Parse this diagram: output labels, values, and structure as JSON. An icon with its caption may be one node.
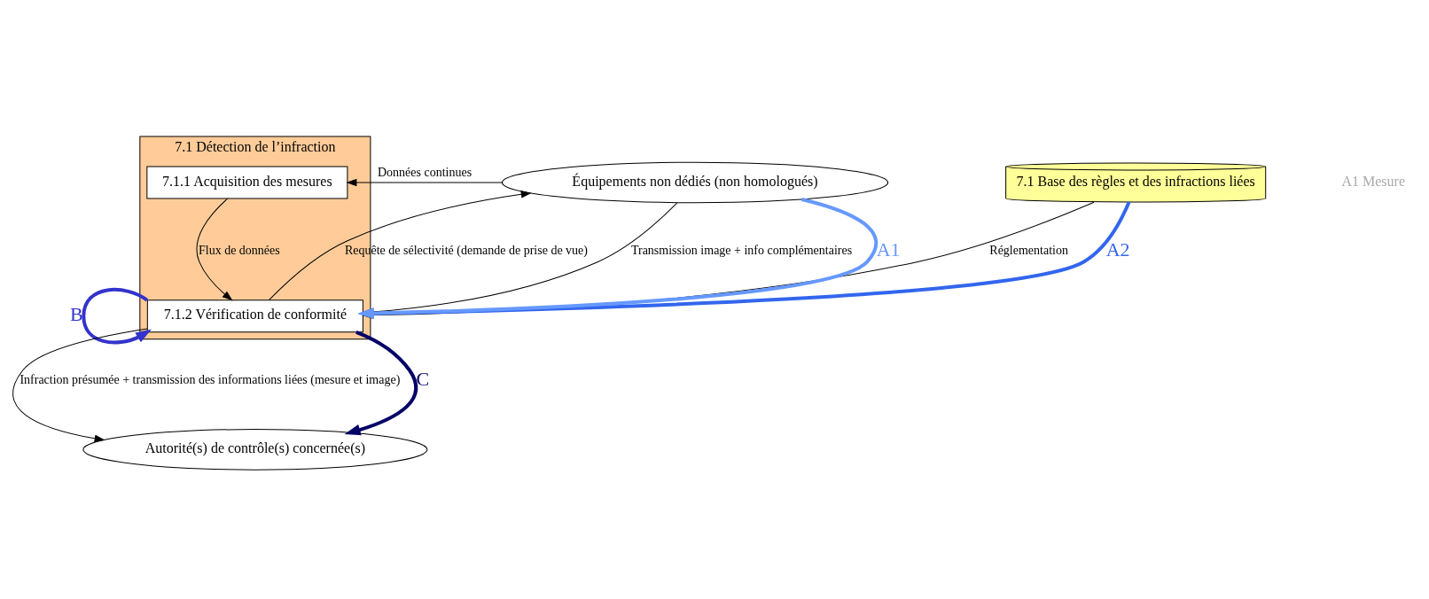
{
  "diagram": {
    "nodes": [
      {
        "text": [
          "7.1 Détection de l’infraction"
        ]
      },
      {
        "text": [
          "7.1.1 Acquisition des mesures"
        ],
        "in": 0
      },
      {
        "text": [
          "7.1.2 Vérification de conformité"
        ],
        "in": 0
      },
      {
        "text": [
          "7.1 Base des règles et des infractions liées"
        ]
      },
      {
        "text": [
          "Équipements non dédiés (non homologués)"
        ]
      },
      {
        "text": [
          "Autorité(s) de contrôle(s) concernée(s)"
        ]
      }
    ],
    "edges": [
      {
        "from": 4,
        "to": 1,
        "arrow": "to",
        "label": "Données continues"
      },
      {
        "from": 1,
        "to": 2,
        "arrow": "to",
        "label": "Flux de données"
      },
      {
        "from": 3,
        "to": 2,
        "arrow": "to",
        "label": "Réglementation"
      },
      {
        "from": 2,
        "to": 4,
        "arrow": "to",
        "label": "Requête de sélectivité (demande de prise de vue)"
      },
      {
        "from": 4,
        "to": 2,
        "arrow": "to",
        "label": "Transmission image + info complémentaires"
      },
      {
        "from": 2,
        "to": 5,
        "arrow": "to",
        "label": "Infraction présumée + transmission des informations liées (mesure et image)"
      },
      {
        "from": 4,
        "to": 2,
        "arrow": "to",
        "label": "A1",
        "style": "thick",
        "color": "#6699ff"
      },
      {
        "from": 3,
        "to": 2,
        "arrow": "to",
        "label": "A2",
        "style": "thick",
        "color": "#3366ee"
      },
      {
        "from": 2,
        "to": 2,
        "arrow": "to",
        "label": "B",
        "style": "thick",
        "color": "#3333cc"
      },
      {
        "from": 2,
        "to": 5,
        "arrow": "to",
        "label": "C",
        "style": "thick",
        "color": "#000066"
      }
    ],
    "labels": [
      "A1 Mesure"
    ]
  }
}
